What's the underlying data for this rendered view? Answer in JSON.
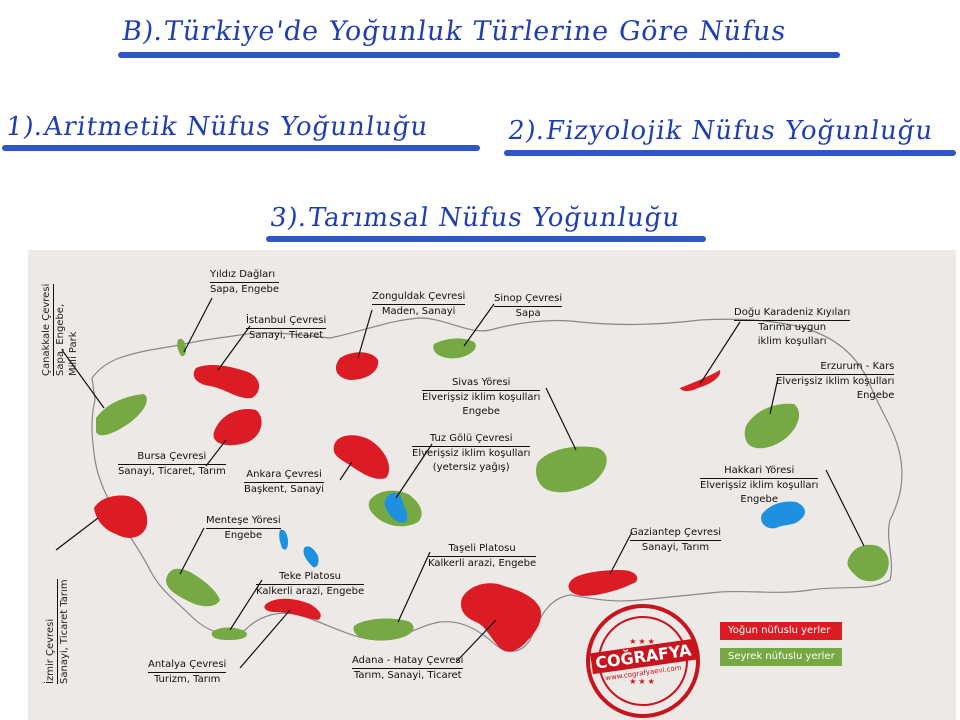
{
  "headings": {
    "title": "B).Türkiye'de Yoğunluk Türlerine Göre Nüfus",
    "h1": "1).Aritmetik Nüfus Yoğunluğu",
    "h2": "2).Fizyolojik Nüfus Yoğunluğu",
    "h3": "3).Tarımsal Nüfus Yoğunluğu"
  },
  "colors": {
    "dense": "#dc1c24",
    "sparse": "#76a844",
    "lake": "#1e90e0",
    "ink": "#2f56c8"
  },
  "regions": {
    "yildiz": {
      "name": "Yıldız Dağları",
      "desc": "Sapa, Engebe"
    },
    "istanbul": {
      "name": "İstanbul Çevresi",
      "desc": "Sanayi, Ticaret"
    },
    "zonguldak": {
      "name": "Zonguldak Çevresi",
      "desc": "Maden, Sanayi"
    },
    "sinop": {
      "name": "Sinop Çevresi",
      "desc": "Sapa"
    },
    "dogu_karadeniz": {
      "name": "Doğu Karadeniz Kıyıları",
      "desc1": "Tarıma uygun",
      "desc2": "iklim koşulları"
    },
    "erzurum": {
      "name": "Erzurum - Kars",
      "desc1": "Elverişsiz iklim koşulları",
      "desc2": "Engebe"
    },
    "sivas": {
      "name": "Sivas Yöresi",
      "desc1": "Elverişsiz iklim koşulları",
      "desc2": "Engebe"
    },
    "tuz_golu": {
      "name": "Tuz Gölü Çevresi",
      "desc1": "Elverişsiz iklim koşulları",
      "desc2": "(yetersiz yağış)"
    },
    "hakkari": {
      "name": "Hakkari Yöresi",
      "desc1": "Elverişsiz iklim koşulları",
      "desc2": "Engebe"
    },
    "bursa": {
      "name": "Bursa Çevresi",
      "desc": "Sanayi, Ticaret, Tarım"
    },
    "ankara": {
      "name": "Ankara Çevresi",
      "desc": "Başkent, Sanayi"
    },
    "mentese": {
      "name": "Menteşe Yöresi",
      "desc": "Engebe"
    },
    "teke": {
      "name": "Teke Platosu",
      "desc": "Kalkerli arazi, Engebe"
    },
    "taseli": {
      "name": "Taşeli Platosu",
      "desc": "Kalkerli arazi, Engebe"
    },
    "gaziantep": {
      "name": "Gaziantep Çevresi",
      "desc": "Sanayi, Tarım"
    },
    "antalya": {
      "name": "Antalya Çevresi",
      "desc": "Turizm, Tarım"
    },
    "adana": {
      "name": "Adana - Hatay Çevresi",
      "desc": "Tarım, Sanayi, Ticaret"
    },
    "canakkale": {
      "name": "Çanakkale Çevresi",
      "desc1": "Sapa, Engebe,",
      "desc2": "Milli Park"
    },
    "izmir": {
      "name": "İzmir Çevresi",
      "desc": "Sanayi, Ticaret Tarım"
    }
  },
  "legend": {
    "dense": "Yoğun nüfuslu yerler",
    "sparse": "Seyrek nüfuslu yerler"
  },
  "stamp": {
    "brand": "COĞRAFYA",
    "url": "www.cografyaevi.com"
  }
}
